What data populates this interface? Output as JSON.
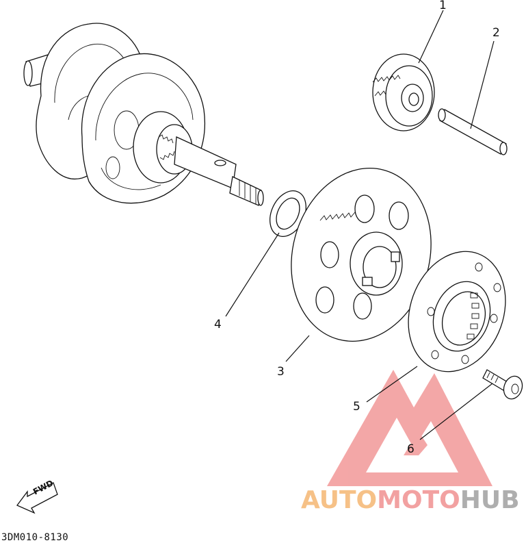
{
  "callouts": [
    {
      "id": "1",
      "label": "1"
    },
    {
      "id": "2",
      "label": "2"
    },
    {
      "id": "3",
      "label": "3"
    },
    {
      "id": "4",
      "label": "4"
    },
    {
      "id": "5",
      "label": "5"
    },
    {
      "id": "6",
      "label": "6"
    }
  ],
  "fwd": "FWD",
  "diagram_code": "3DM010-8130",
  "watermark": {
    "part1": "AUTO",
    "part2": "MOTO",
    "part3": "HUB",
    "color_orange": "#f4b26a",
    "color_red": "#f08a8a",
    "color_gray": "#9a9a9a"
  }
}
